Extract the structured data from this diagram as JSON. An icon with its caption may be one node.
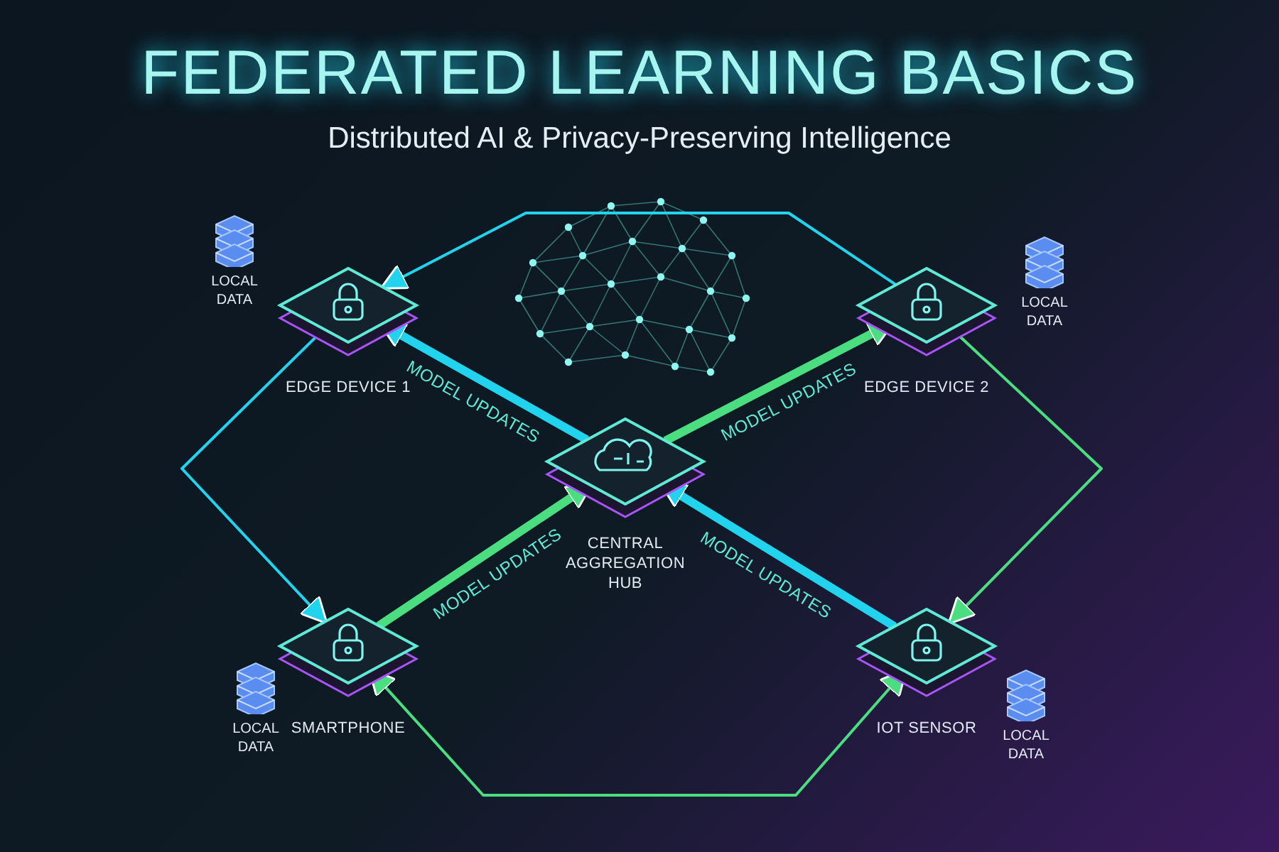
{
  "diagram": {
    "title": "FEDERATED LEARNING BASICS",
    "caption": "Distributed AI & Privacy-Preserving Intelligence",
    "nodes": [
      {
        "text": [
          "CENTRAL AGGREGATION HUB"
        ]
      },
      {
        "text": [
          "EDGE DEVICE 1"
        ],
        "beside": [
          "LOCAL DATA"
        ]
      },
      {
        "text": [
          "EDGE DEVICE 2"
        ],
        "beside": [
          "LOCAL DATA"
        ]
      },
      {
        "text": [
          "SMARTPHONE"
        ],
        "beside": [
          "LOCAL DATA"
        ]
      },
      {
        "text": [
          "IOT SENSOR"
        ],
        "beside": [
          "LOCAL DATA"
        ]
      }
    ],
    "edges": [
      {
        "from": 0,
        "to": 1,
        "arrow": "to",
        "label": "MODEL UPDATES",
        "style": "thick"
      },
      {
        "from": 0,
        "to": 2,
        "arrow": "to",
        "label": "MODEL UPDATES",
        "style": "thick",
        "color": "#4ade80"
      },
      {
        "from": 3,
        "to": 0,
        "arrow": "to",
        "label": "MODEL UPDATES",
        "style": "thick",
        "color": "#4ade80"
      },
      {
        "from": 4,
        "to": 0,
        "arrow": "to",
        "label": "MODEL UPDATES",
        "style": "thick"
      },
      {
        "from": 2,
        "to": 1,
        "arrow": "to"
      },
      {
        "from": 1,
        "to": 3,
        "arrow": "to"
      },
      {
        "from": 3,
        "to": 4,
        "arrow": "both",
        "color": "#4ade80"
      },
      {
        "from": 2,
        "to": 4,
        "arrow": "to",
        "color": "#4ade80"
      }
    ]
  }
}
